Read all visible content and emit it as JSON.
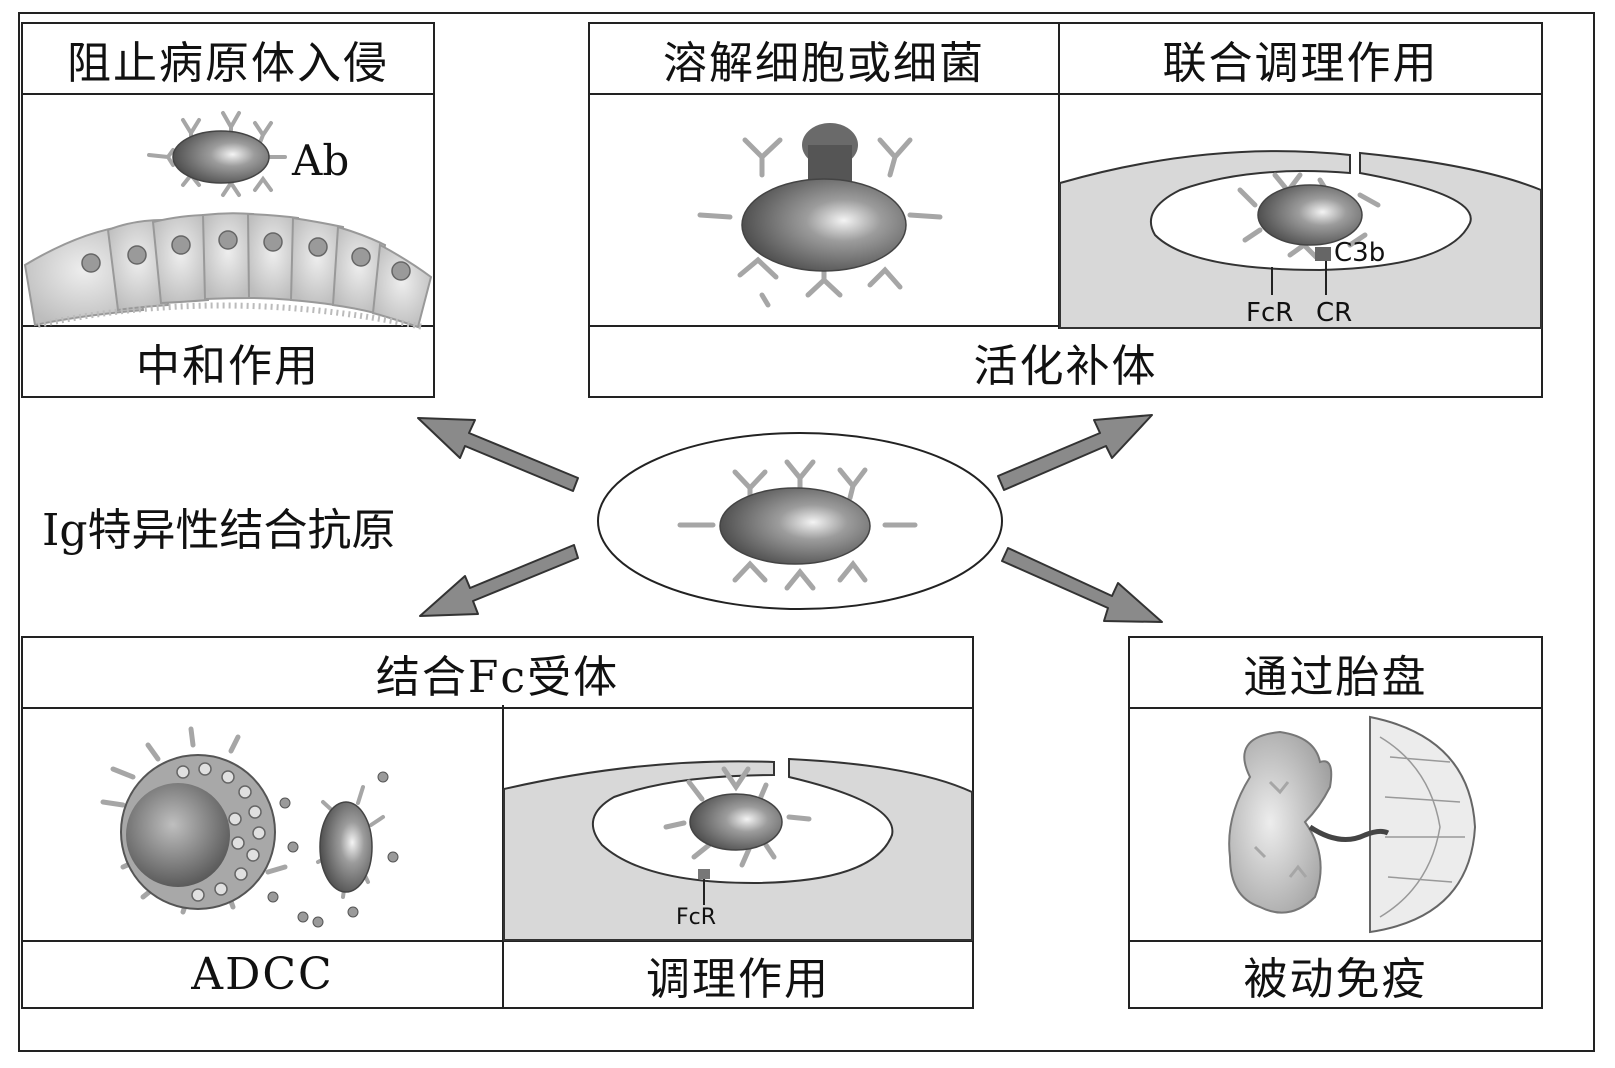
{
  "top_left": {
    "header": "阻止病原体入侵",
    "antibody_label": "Ab",
    "footer": "中和作用"
  },
  "top_right": {
    "header_left": "溶解细胞或细菌",
    "header_right": "联合调理作用",
    "c3b_label": "C3b",
    "fcr_label": "FcR",
    "cr_label": "CR",
    "footer": "活化补体"
  },
  "center": {
    "side_label": "Ig特异性结合抗原"
  },
  "bottom_left": {
    "header": "结合Fc受体",
    "footer_left": "ADCC",
    "footer_right": "调理作用",
    "fcr_label": "FcR"
  },
  "bottom_right": {
    "header": "通过胎盘",
    "footer": "被动免疫"
  },
  "colors": {
    "border": "#222222",
    "arrow_fill": "#8a8a8a",
    "cell_gray": "#d8d8d8",
    "antibody_gray": "#a6a6a6",
    "pathogen_dark": "#555555"
  }
}
